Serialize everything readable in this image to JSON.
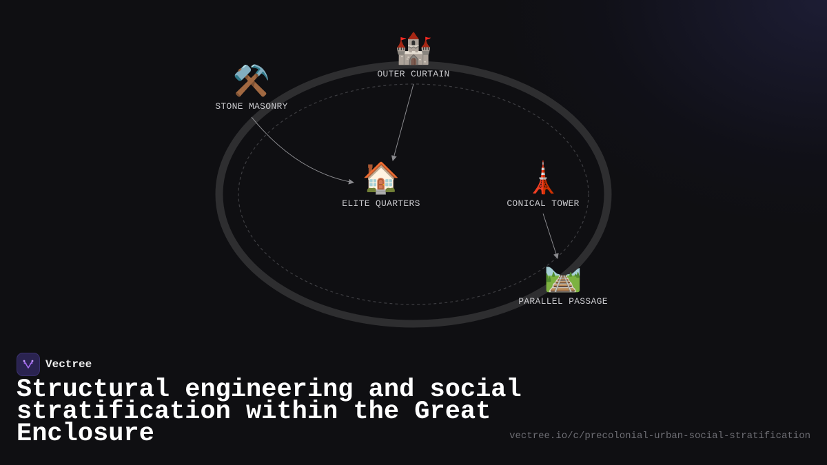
{
  "diagram": {
    "nodes": [
      {
        "id": "outer-curtain",
        "emoji": "🏰",
        "label": "OUTER CURTAIN"
      },
      {
        "id": "stone-masonry",
        "emoji": "⚒️",
        "label": "STONE MASONRY"
      },
      {
        "id": "elite-quarters",
        "emoji": "🏠",
        "label": "ELITE QUARTERS"
      },
      {
        "id": "conical-tower",
        "emoji": "🗼",
        "label": "CONICAL TOWER"
      },
      {
        "id": "parallel-passage",
        "emoji": "🛤️",
        "label": "PARALLEL PASSAGE"
      }
    ],
    "edges": [
      {
        "from": "stone-masonry",
        "to": "elite-quarters"
      },
      {
        "from": "outer-curtain",
        "to": "elite-quarters"
      },
      {
        "from": "conical-tower",
        "to": "parallel-passage"
      }
    ]
  },
  "brand": {
    "name": "Vectree"
  },
  "headline": "Structural engineering and social stratification within the Great Enclosure",
  "url": "vectree.io/c/precolonial-urban-social-stratification",
  "colors": {
    "background": "#0f0f12",
    "ring": "#2e2e30",
    "edge": "#8a8a8e",
    "label": "#c8c8cc",
    "brand_accent": "#2a2350"
  }
}
